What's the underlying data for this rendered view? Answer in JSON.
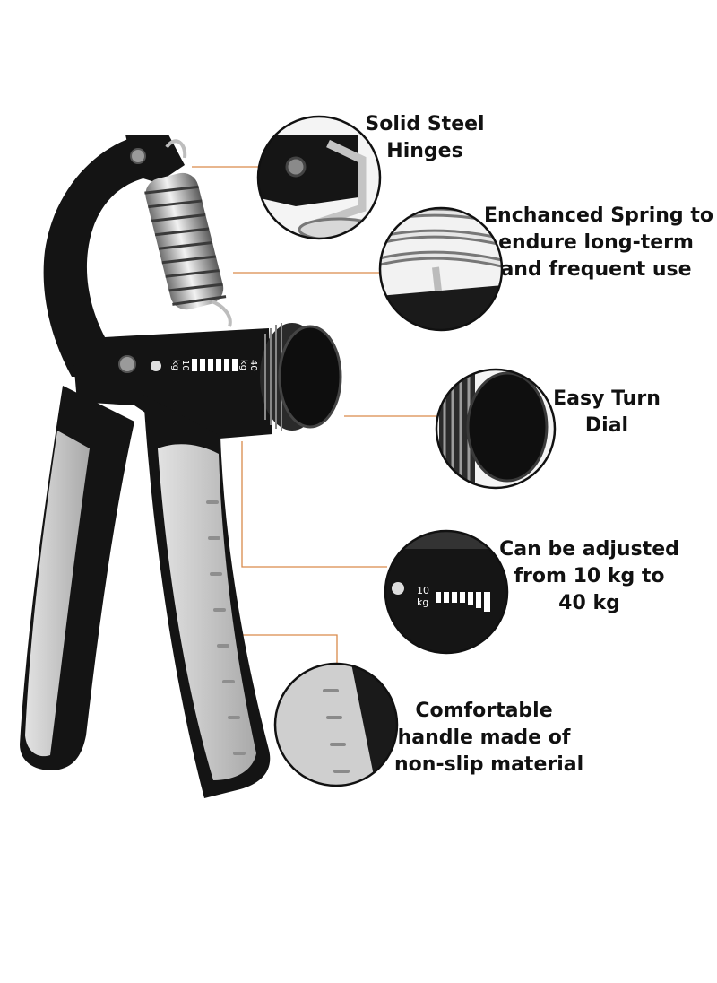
{
  "colors": {
    "body_black": "#141414",
    "grip_grey": "#c9c9c9",
    "leader_line": "#d98a4a",
    "circle_outline": "#111111"
  },
  "gripper": {
    "scale_min_value": "10",
    "scale_min_unit": "kg",
    "scale_max_value": "40",
    "scale_max_unit": "kg"
  },
  "callouts": [
    {
      "name": "hinges",
      "icon": "steel-hinge",
      "lines": [
        "Solid Steel",
        "Hinges"
      ]
    },
    {
      "name": "spring",
      "icon": "spring-coil",
      "lines": [
        "Enchanced Spring to",
        "endure long-term",
        "and frequent use"
      ]
    },
    {
      "name": "dial",
      "icon": "turn-dial",
      "lines": [
        "Easy Turn",
        "Dial"
      ]
    },
    {
      "name": "adjust",
      "icon": "resistance-scale",
      "detail_value": "10",
      "detail_unit": "kg",
      "lines": [
        "Can be adjusted",
        "from 10 kg to",
        "40 kg"
      ]
    },
    {
      "name": "handle",
      "icon": "grip-handle",
      "lines": [
        "Comfortable",
        "handle made of",
        "non-slip material"
      ]
    }
  ]
}
